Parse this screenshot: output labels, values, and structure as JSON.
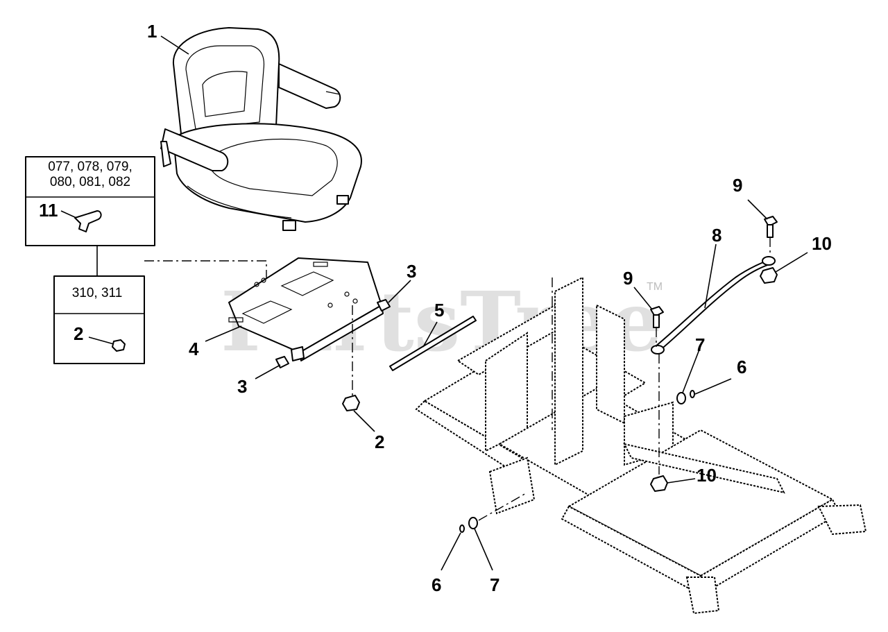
{
  "watermark": {
    "text": "PartsTree",
    "trademark": "TM"
  },
  "boxes": {
    "seat_models": {
      "line1": "077, 078, 079,",
      "line2": "080, 081, 082",
      "callout": "11"
    },
    "plate_models": {
      "line1": "310, 311",
      "callout": "2"
    }
  },
  "callouts": {
    "seat": "1",
    "nut_bottom": "2",
    "bushing_right": "3",
    "bushing_left": "3",
    "seat_plate": "4",
    "pivot_rod": "5",
    "pin_right": "6",
    "pin_bottom": "6",
    "washer_right": "7",
    "washer_bottom": "7",
    "cable": "8",
    "bolt_top": "9",
    "bolt_left": "9",
    "nut_top": "10",
    "nut_lower": "10"
  }
}
